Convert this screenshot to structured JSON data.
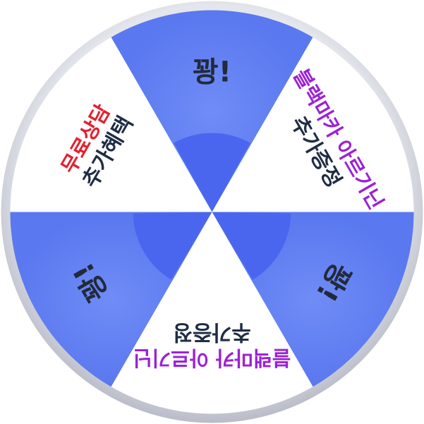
{
  "wheel": {
    "segments": [
      {
        "lines": [
          {
            "text": "꽝!",
            "color": "#222a3a"
          }
        ],
        "fill": "blue"
      },
      {
        "lines": [
          {
            "text": "블랙마카 아르기닌",
            "color": "#9a22d6"
          },
          {
            "text": "추가증정",
            "color": "#1f2d44"
          }
        ],
        "fill": "white"
      },
      {
        "lines": [
          {
            "text": "꽝!",
            "color": "#222a3a"
          }
        ],
        "fill": "blue"
      },
      {
        "lines": [
          {
            "text": "블랙마카 아르기닌",
            "color": "#9a22d6"
          },
          {
            "text": "추가증정",
            "color": "#1f2d44"
          }
        ],
        "fill": "white"
      },
      {
        "lines": [
          {
            "text": "꽝!",
            "color": "#222a3a"
          }
        ],
        "fill": "blue"
      },
      {
        "lines": [
          {
            "text": "무료상담",
            "color": "#e4202e"
          },
          {
            "text": "추가혜택",
            "color": "#1f2d44"
          }
        ],
        "fill": "white"
      }
    ]
  },
  "colors": {
    "blue_segment": "#5f7ef2",
    "blue_inner": "#4b66ee",
    "white_segment": "#ffffff",
    "rim": "#d6d8e0"
  }
}
